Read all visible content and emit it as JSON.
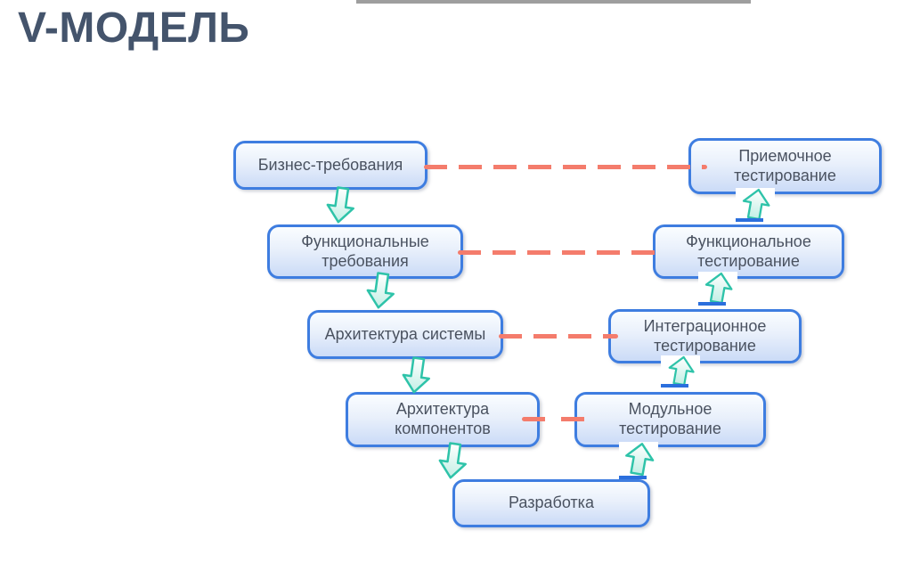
{
  "slide": {
    "title": "V-МОДЕЛЬ"
  },
  "diagram": {
    "left_column": [
      {
        "label": "Бизнес-требования"
      },
      {
        "label": "Функциональные требования"
      },
      {
        "label": "Архитектура системы"
      },
      {
        "label": "Архитектура компонентов"
      }
    ],
    "bottom": {
      "label": "Разработка"
    },
    "right_column": [
      {
        "label": "Приемочное тестирование"
      },
      {
        "label": "Функциональное тестирование"
      },
      {
        "label": "Интеграционное тестирование"
      },
      {
        "label": "Модульное тестирование"
      }
    ],
    "icons": {
      "down_arrow": "down-block-arrow",
      "up_arrow": "up-block-arrow"
    },
    "colors": {
      "box_border": "#3e7de0",
      "box_fill_top": "#fafdff",
      "box_fill_bottom": "#cbdbf7",
      "connector_dash": "#f47c6c",
      "arrow_teal": "#2ec3a9",
      "arrow_underline": "#2b6fdd",
      "title_text": "#44546c",
      "box_text": "#4a5260",
      "top_divider": "#9e9e9e"
    }
  }
}
